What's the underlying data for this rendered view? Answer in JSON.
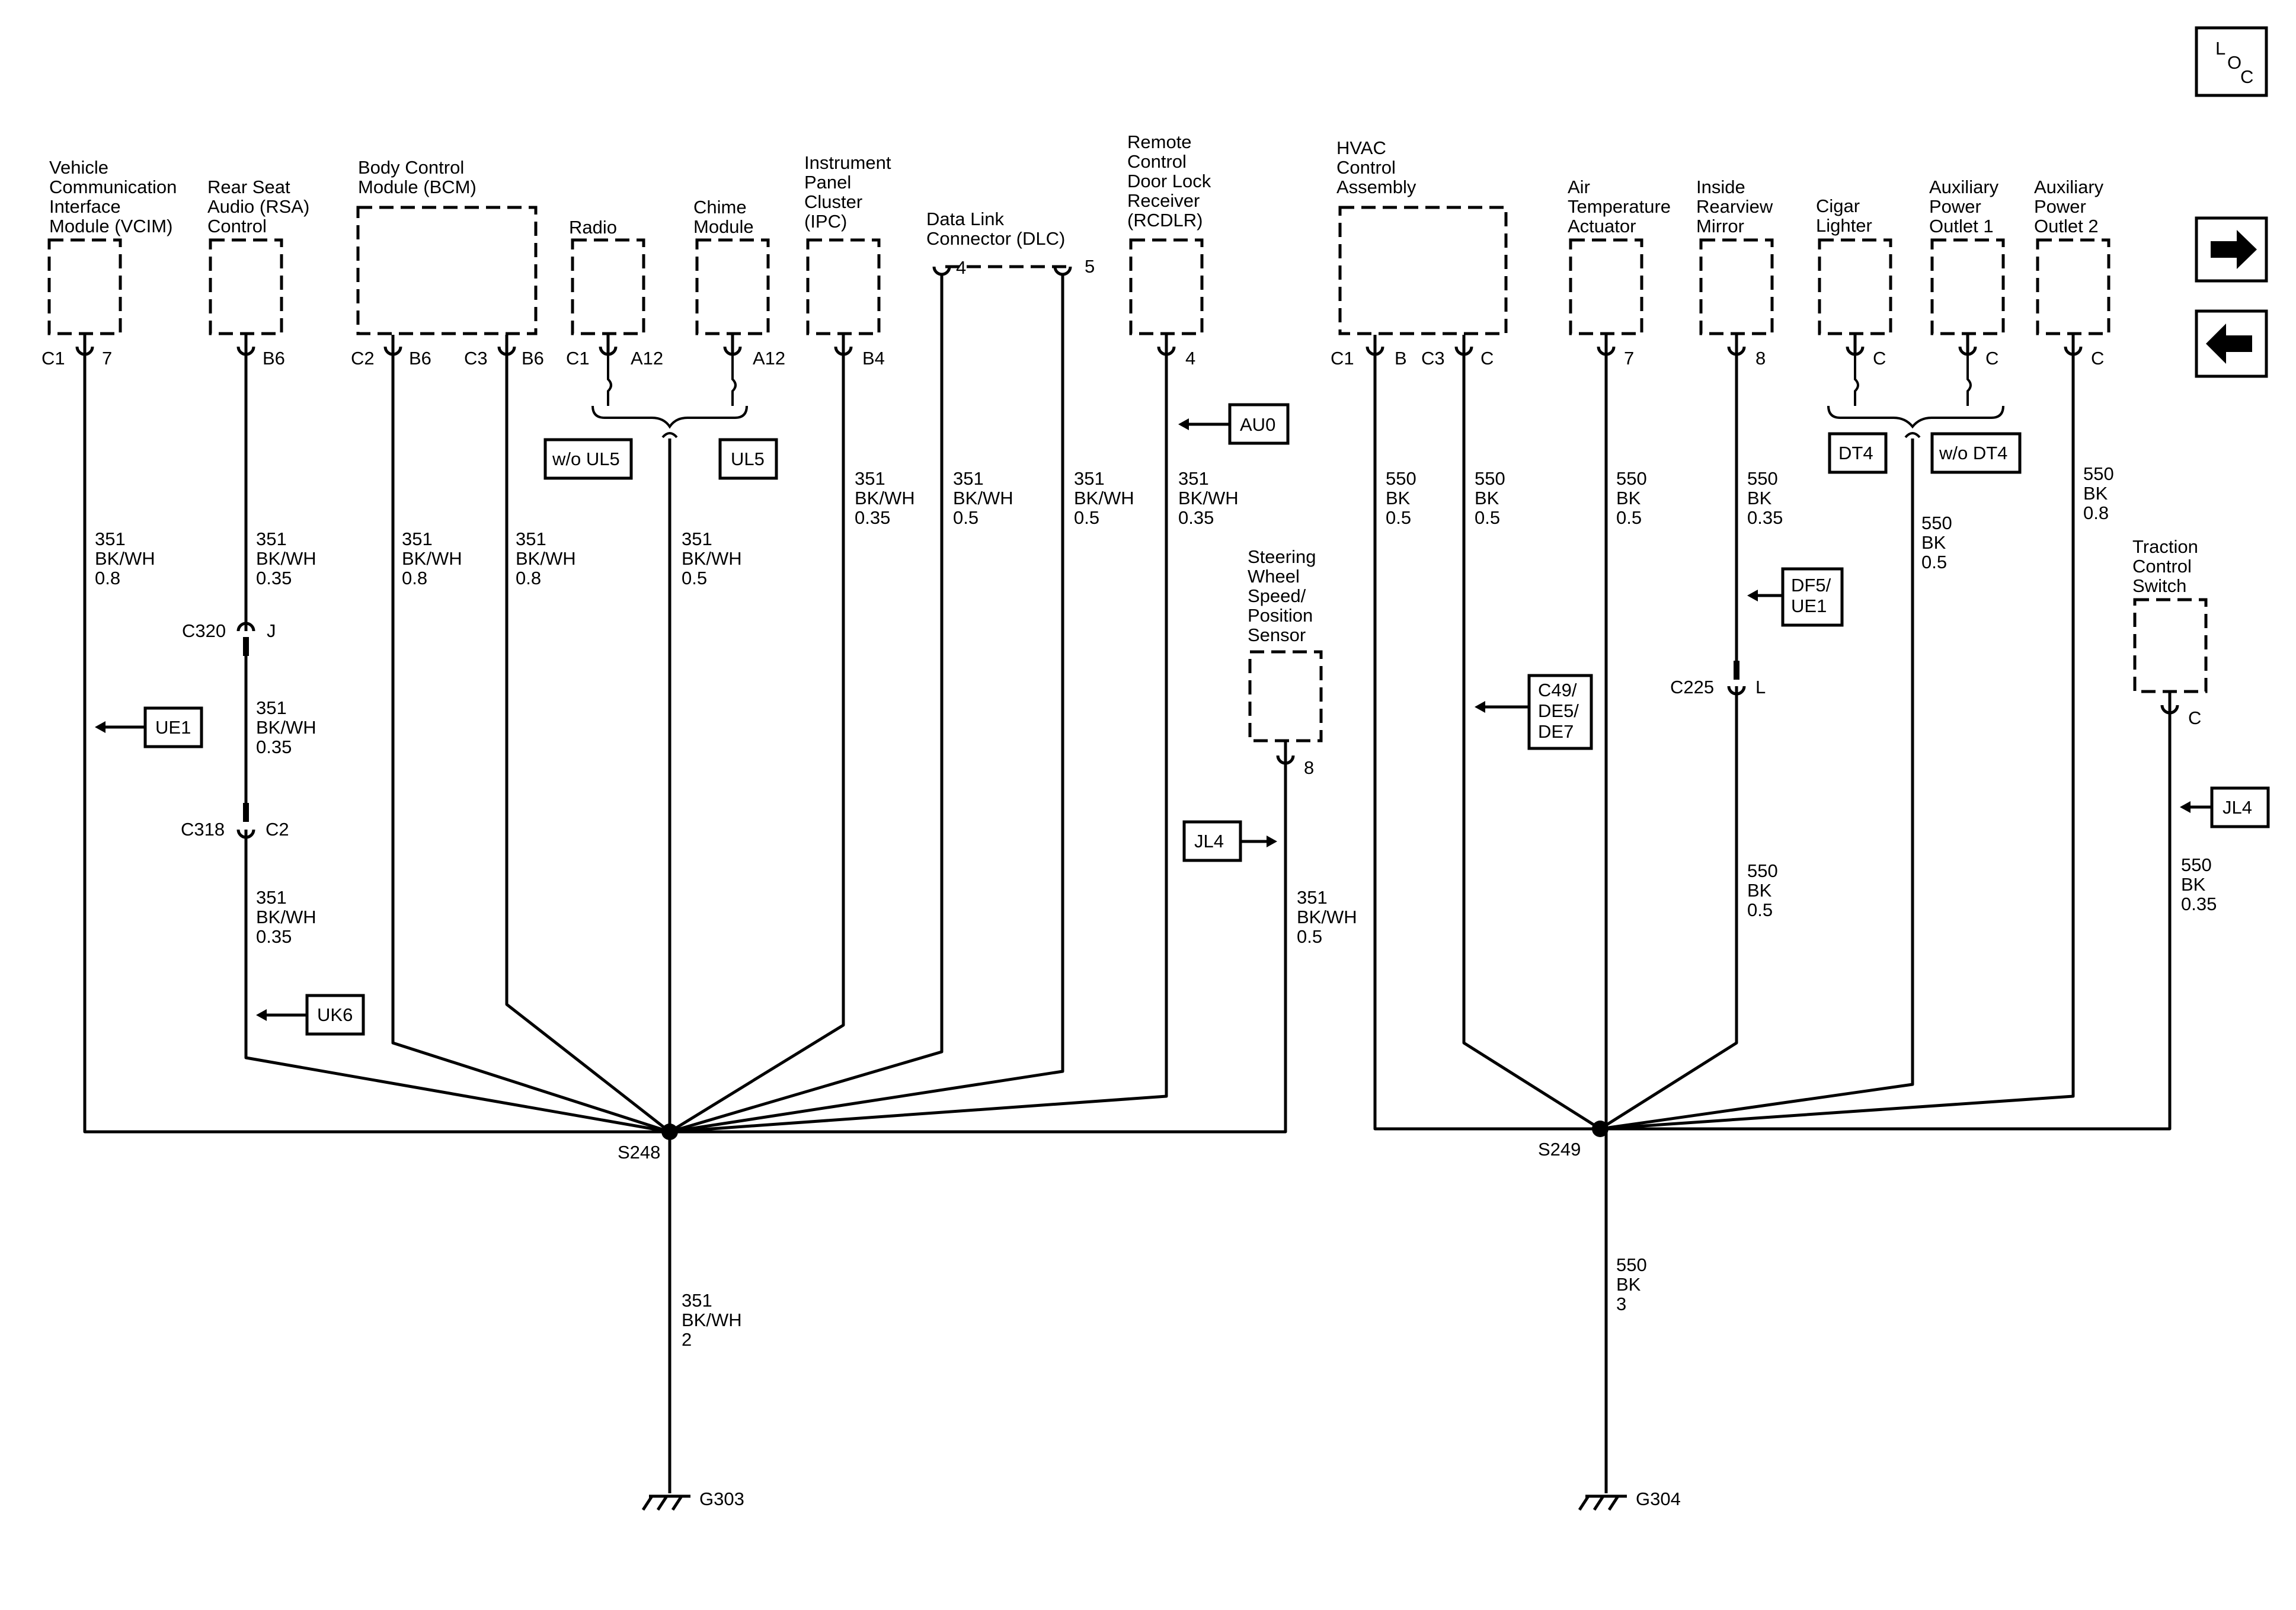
{
  "nav": {
    "loc_l": "L",
    "loc_o": "O",
    "loc_c": "C",
    "next_icon": "arrow-right",
    "prev_icon": "arrow-left"
  },
  "components": {
    "vcim": [
      "Vehicle",
      "Communication",
      "Interface",
      "Module (VCIM)"
    ],
    "rsa": [
      "Rear Seat",
      "Audio (RSA)",
      "Control"
    ],
    "bcm": [
      "Body Control",
      "Module (BCM)"
    ],
    "radio": [
      "Radio"
    ],
    "chime": [
      "Chime",
      "Module"
    ],
    "ipc": [
      "Instrument",
      "Panel",
      "Cluster",
      "(IPC)"
    ],
    "dlc": [
      "Data Link",
      "Connector (DLC)"
    ],
    "rcdlr": [
      "Remote",
      "Control",
      "Door Lock",
      "Receiver",
      "(RCDLR)"
    ],
    "swsp": [
      "Steering",
      "Wheel",
      "Speed/",
      "Position",
      "Sensor"
    ],
    "hvac": [
      "HVAC",
      "Control",
      "Assembly"
    ],
    "air_temp": [
      "Air",
      "Temperature",
      "Actuator"
    ],
    "mirror": [
      "Inside",
      "Rearview",
      "Mirror"
    ],
    "cigar": [
      "Cigar",
      "Lighter"
    ],
    "apo1": [
      "Auxiliary",
      "Power",
      "Outlet 1"
    ],
    "apo2": [
      "Auxiliary",
      "Power",
      "Outlet 2"
    ],
    "tcs": [
      "Traction",
      "Control",
      "Switch"
    ]
  },
  "connectors": {
    "vcim_conn": "C1",
    "vcim_pin": "7",
    "rsa_pin": "B6",
    "bcm_c2": "C2",
    "bcm_c2_pin": "B6",
    "bcm_c3": "C3",
    "bcm_c3_pin": "B6",
    "radio_conn": "C1",
    "radio_pin": "A12",
    "chime_pin": "A12",
    "ipc_pin": "B4",
    "dlc_pin4": "4",
    "dlc_pin5": "5",
    "rcdlr_pin": "4",
    "swsp_pin": "8",
    "c320": "C320",
    "c320_pin": "J",
    "c318": "C318",
    "c318_pin": "C2",
    "hvac_c1": "C1",
    "hvac_c1_pin": "B",
    "hvac_c3": "C3",
    "hvac_c3_pin": "C",
    "air_pin": "7",
    "mirror_pin": "8",
    "cigar_pin": "C",
    "apo1_pin": "C",
    "apo2_pin": "C",
    "c225": "C225",
    "c225_pin": "L",
    "tcs_pin": "C"
  },
  "wires": {
    "vcim": [
      "351",
      "BK/WH",
      "0.8"
    ],
    "rsa_top": [
      "351",
      "BK/WH",
      "0.35"
    ],
    "rsa_mid": [
      "351",
      "BK/WH",
      "0.35"
    ],
    "rsa_bot": [
      "351",
      "BK/WH",
      "0.35"
    ],
    "bcm_c2": [
      "351",
      "BK/WH",
      "0.8"
    ],
    "bcm_c3": [
      "351",
      "BK/WH",
      "0.8"
    ],
    "radio": [
      "351",
      "BK/WH",
      "0.5"
    ],
    "ipc": [
      "351",
      "BK/WH",
      "0.35"
    ],
    "dlc4": [
      "351",
      "BK/WH",
      "0.5"
    ],
    "dlc5": [
      "351",
      "BK/WH",
      "0.5"
    ],
    "rcdlr": [
      "351",
      "BK/WH",
      "0.35"
    ],
    "swsp": [
      "351",
      "BK/WH",
      "0.5"
    ],
    "g303": [
      "351",
      "BK/WH",
      "2"
    ],
    "hvac_c1": [
      "550",
      "BK",
      "0.5"
    ],
    "hvac_c3": [
      "550",
      "BK",
      "0.5"
    ],
    "air": [
      "550",
      "BK",
      "0.5"
    ],
    "mirror_top": [
      "550",
      "BK",
      "0.35"
    ],
    "mirror_bot": [
      "550",
      "BK",
      "0.5"
    ],
    "cigar": [
      "550",
      "BK",
      "0.5"
    ],
    "apo2": [
      "550",
      "BK",
      "0.8"
    ],
    "tcs": [
      "550",
      "BK",
      "0.35"
    ],
    "g304": [
      "550",
      "BK",
      "3"
    ]
  },
  "options": {
    "ue1": "UE1",
    "uk6": "UK6",
    "wo_ul5": "w/o UL5",
    "ul5": "UL5",
    "au0": "AU0",
    "jl4_left": "JL4",
    "c49": [
      "C49/",
      "DE5/",
      "DE7"
    ],
    "df5": [
      "DF5/",
      "UE1"
    ],
    "dt4": "DT4",
    "wo_dt4": "w/o DT4",
    "jl4_right": "JL4"
  },
  "splices": {
    "s248": "S248",
    "s249": "S249"
  },
  "grounds": {
    "g303": "G303",
    "g304": "G304"
  }
}
